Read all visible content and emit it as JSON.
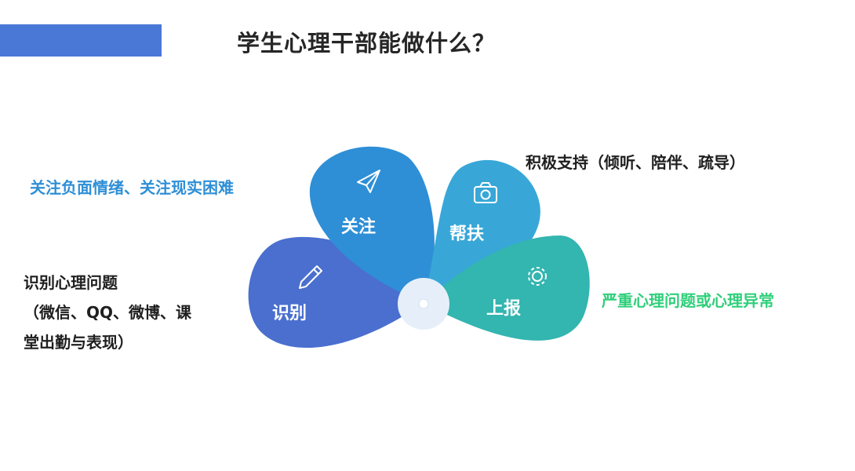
{
  "title": "学生心理干部能做什么？",
  "colors": {
    "accent_bar": "#4a78d6",
    "petal_identify": "#4a6fcf",
    "petal_focus": "#2e8fd6",
    "petal_help": "#38a7d8",
    "petal_report": "#33b5b0",
    "note_focus": "#2e8fd6",
    "note_report": "#2fcf7a",
    "center": "#e6eff9"
  },
  "petals": {
    "identify": {
      "label": "识别",
      "icon": "pencil-icon"
    },
    "focus": {
      "label": "关注",
      "icon": "paper-plane-icon"
    },
    "help": {
      "label": "帮扶",
      "icon": "camera-icon"
    },
    "report": {
      "label": "上报",
      "icon": "gear-icon"
    }
  },
  "notes": {
    "focus": "关注负面情绪、关注现实困难",
    "help": "积极支持（倾听、陪伴、疏导）",
    "report": "严重心理问题或心理异常",
    "identify_lines": [
      "识别心理问题",
      "（微信、QQ、微博、课",
      "堂出勤与表现）"
    ]
  }
}
